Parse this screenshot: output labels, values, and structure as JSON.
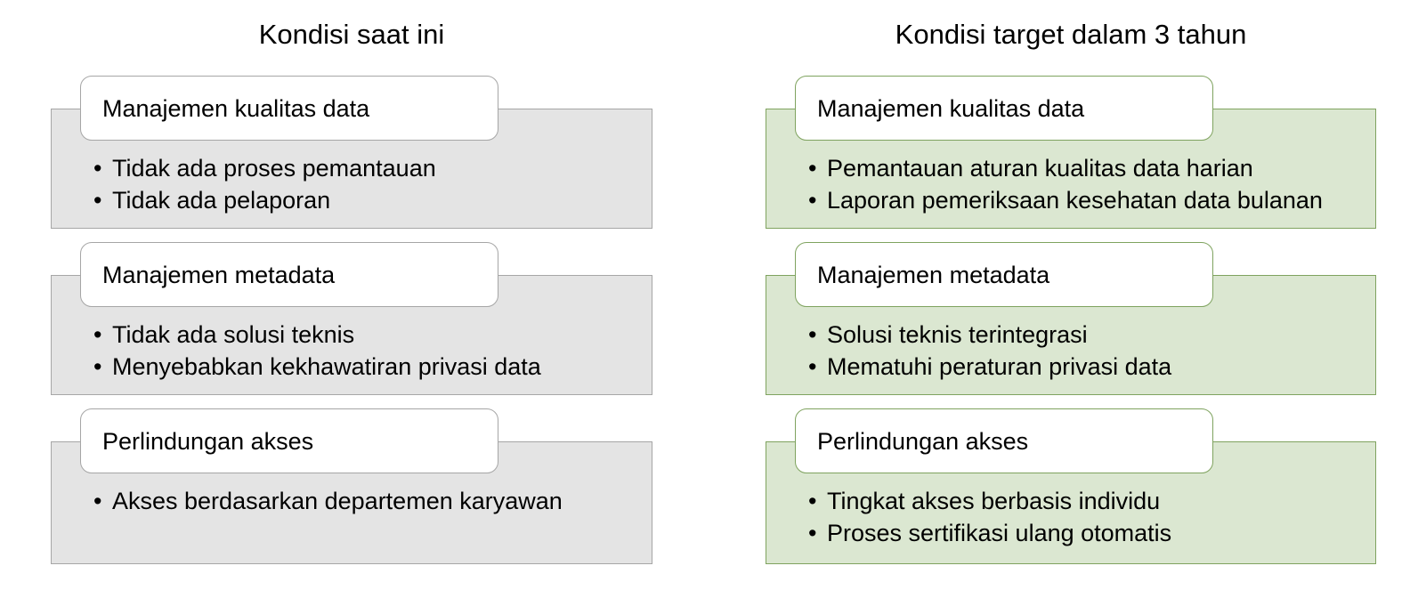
{
  "columns": [
    {
      "id": "current-state",
      "title": "Kondisi saat ini",
      "theme": "gray",
      "fill_color": "#e4e4e4",
      "border_color": "#a6a6a6",
      "cards": [
        {
          "header": "Manajemen kualitas data",
          "bullets": [
            "Tidak ada proses pemantauan",
            "Tidak ada pelaporan"
          ]
        },
        {
          "header": "Manajemen metadata",
          "bullets": [
            "Tidak ada solusi teknis",
            "Menyebabkan kekhawatiran privasi data"
          ]
        },
        {
          "header": "Perlindungan akses",
          "bullets": [
            "Akses berdasarkan departemen karyawan"
          ]
        }
      ]
    },
    {
      "id": "target-state",
      "title": "Kondisi target dalam 3 tahun",
      "theme": "green",
      "fill_color": "#dbe7d1",
      "border_color": "#7fa35f",
      "cards": [
        {
          "header": "Manajemen kualitas data",
          "bullets": [
            "Pemantauan aturan kualitas data harian",
            "Laporan pemeriksaan kesehatan data bulanan"
          ]
        },
        {
          "header": "Manajemen metadata",
          "bullets": [
            "Solusi teknis terintegrasi",
            "Mematuhi peraturan privasi data"
          ]
        },
        {
          "header": "Perlindungan akses",
          "bullets": [
            "Tingkat akses berbasis individu",
            "Proses sertifikasi ulang otomatis"
          ]
        }
      ]
    }
  ]
}
